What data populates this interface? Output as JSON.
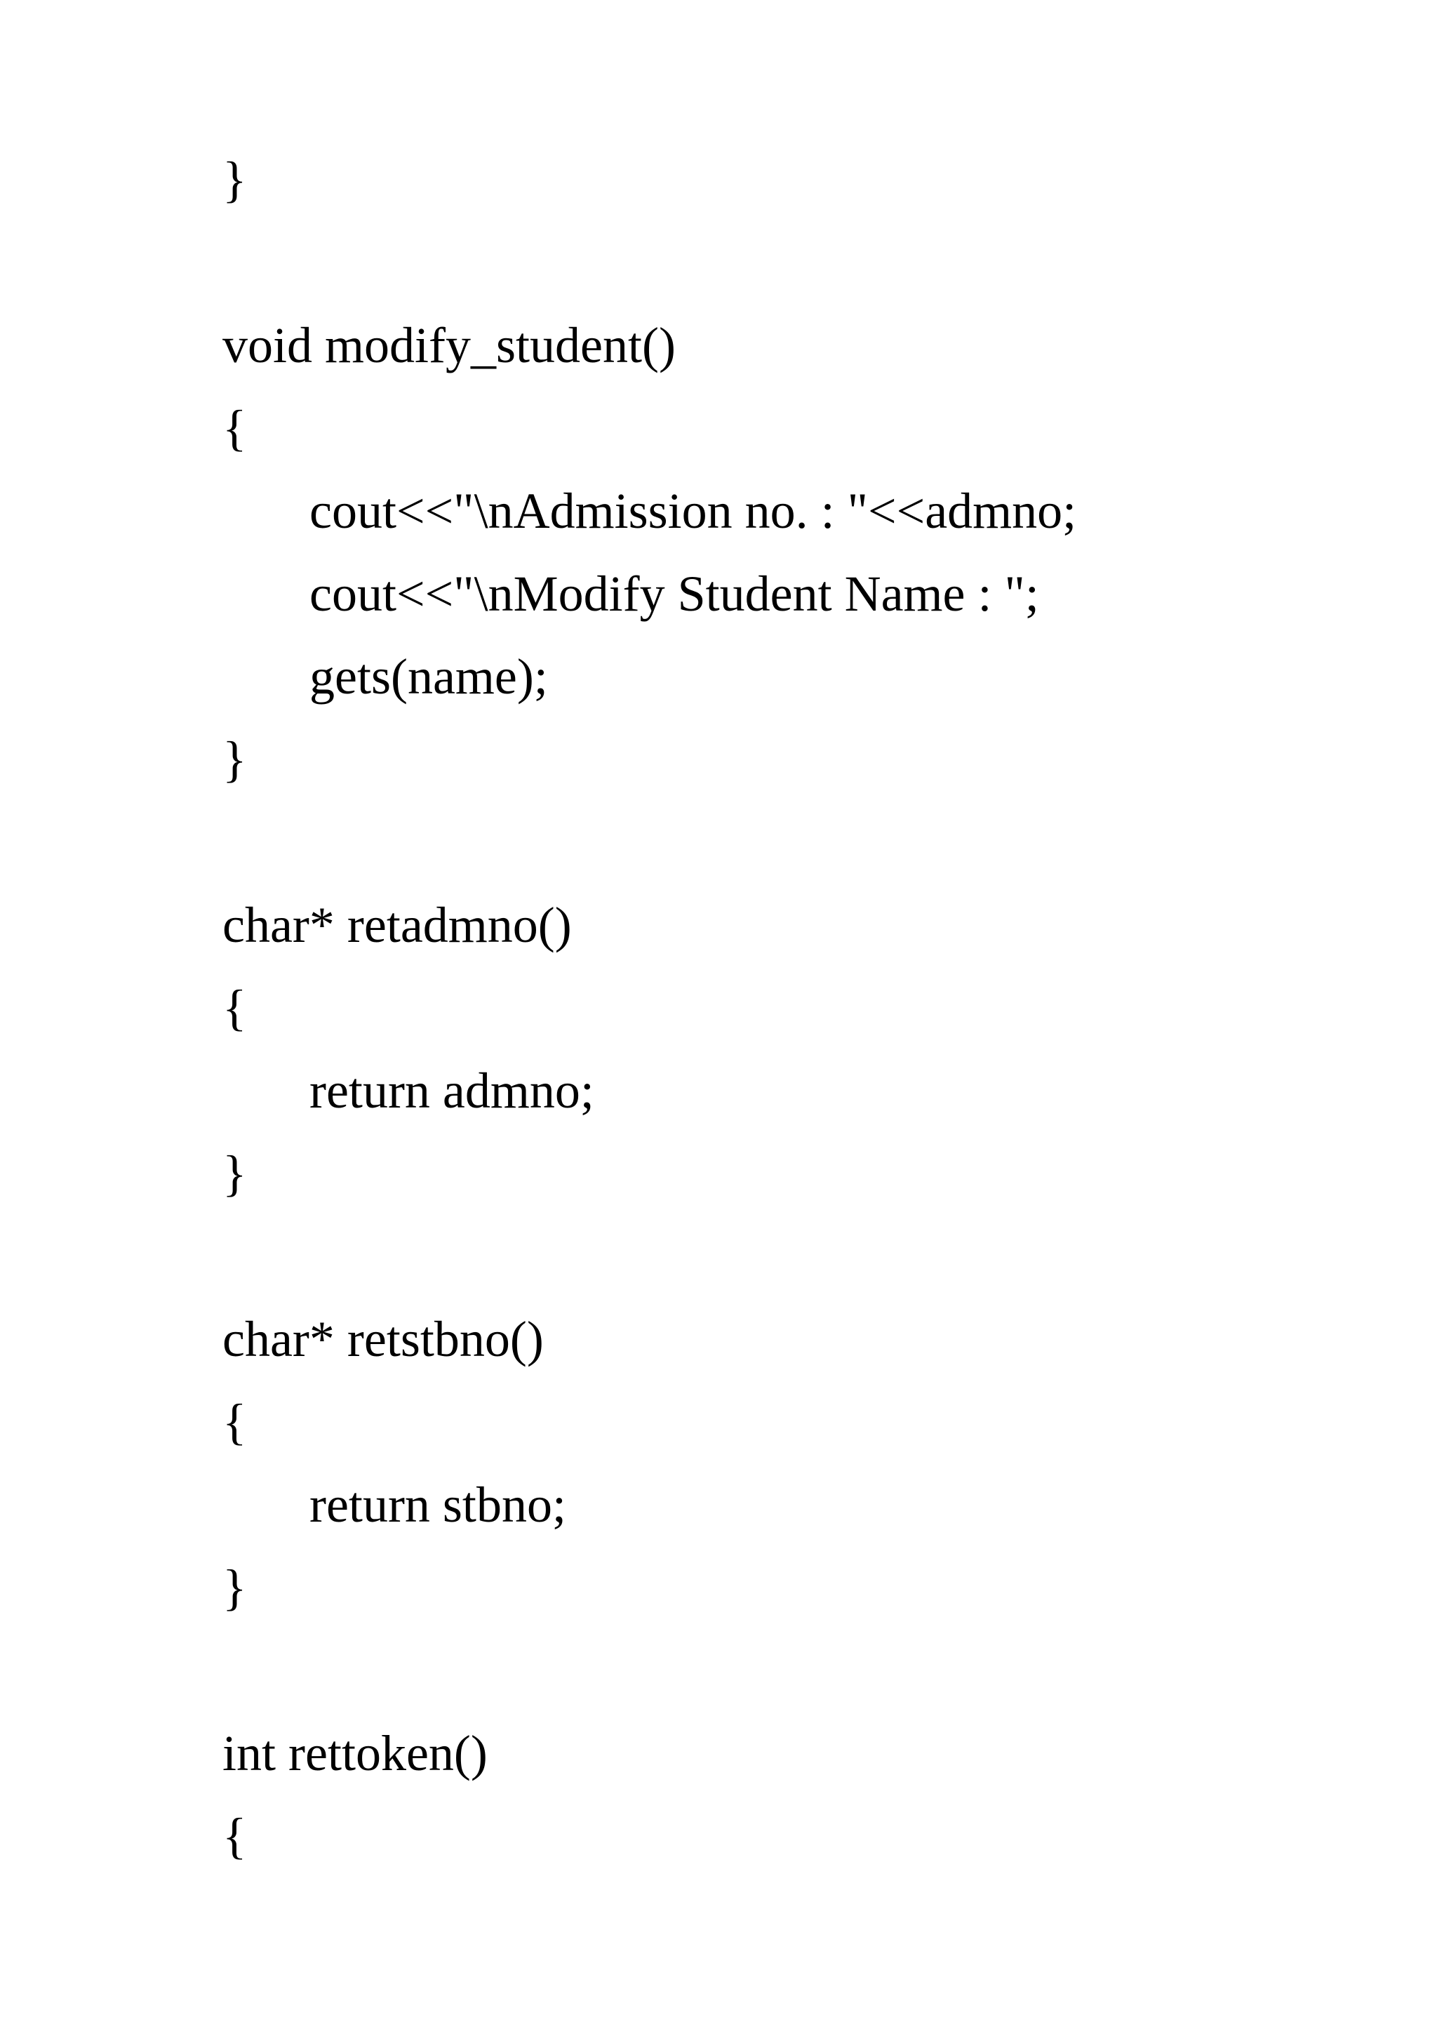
{
  "page": {
    "background_color": "#ffffff",
    "text_color": "#000000",
    "language": "C++"
  },
  "code_lines": [
    {
      "text": "}",
      "indent": 0
    },
    {
      "text": "",
      "indent": 0
    },
    {
      "text": "void modify_student()",
      "indent": 0
    },
    {
      "text": "{",
      "indent": 0
    },
    {
      "text": "cout<<\"\\nAdmission no. : \"<<admno;",
      "indent": 1
    },
    {
      "text": "cout<<\"\\nModify Student Name : \";",
      "indent": 1
    },
    {
      "text": "gets(name);",
      "indent": 1
    },
    {
      "text": "}",
      "indent": 0
    },
    {
      "text": "",
      "indent": 0
    },
    {
      "text": "char* retadmno()",
      "indent": 0
    },
    {
      "text": "{",
      "indent": 0
    },
    {
      "text": "return admno;",
      "indent": 1
    },
    {
      "text": "}",
      "indent": 0
    },
    {
      "text": "",
      "indent": 0
    },
    {
      "text": "char* retstbno()",
      "indent": 0
    },
    {
      "text": "{",
      "indent": 0
    },
    {
      "text": "return stbno;",
      "indent": 1
    },
    {
      "text": "}",
      "indent": 0
    },
    {
      "text": "",
      "indent": 0
    },
    {
      "text": "int rettoken()",
      "indent": 0
    },
    {
      "text": "{",
      "indent": 0
    }
  ]
}
